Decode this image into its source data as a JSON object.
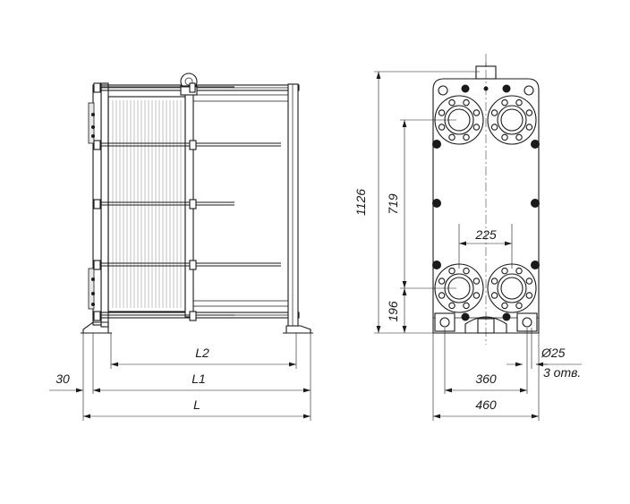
{
  "labels": {
    "height_total": "1126",
    "height_ports": "719",
    "height_bottom": "196",
    "width_ports": "225",
    "diameter": "Ø25",
    "holes": "3 отв.",
    "width_holes": "360",
    "width_total": "460",
    "length_l2": "L2",
    "length_l1": "L1",
    "length_l": "L",
    "offset": "30"
  }
}
